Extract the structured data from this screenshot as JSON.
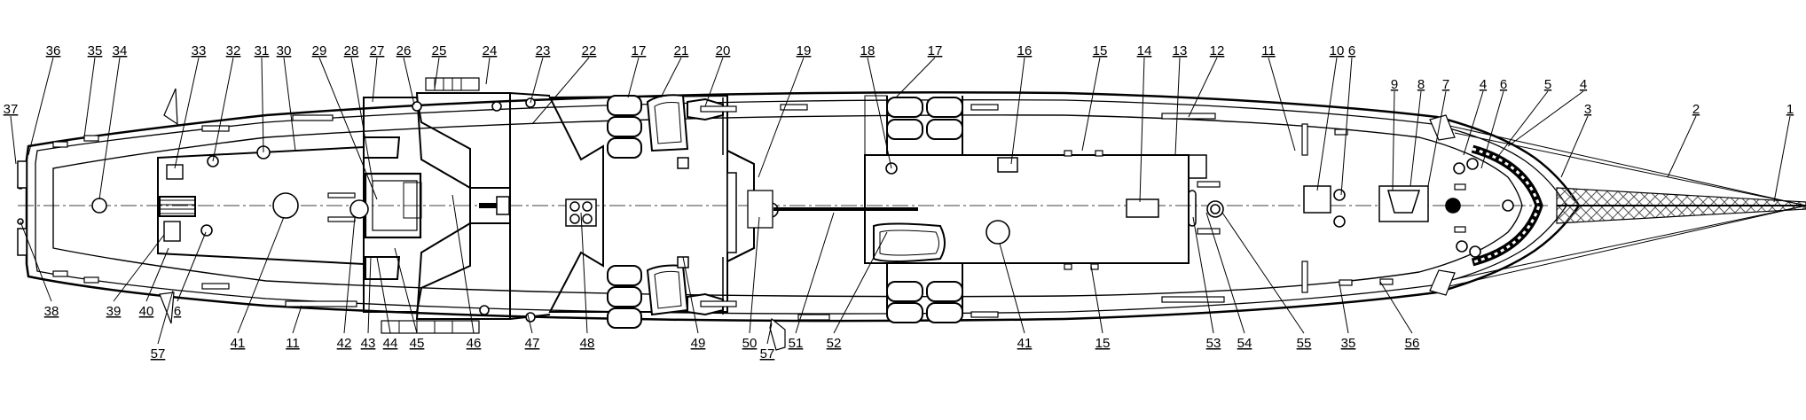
{
  "figure": {
    "colors": {
      "ink": "#000000",
      "paper": "#ffffff",
      "hatch": "#555555"
    },
    "callouts": [
      "1",
      "2",
      "3",
      "4",
      "4",
      "5",
      "6",
      "7",
      "8",
      "9",
      "10",
      "6",
      "11",
      "12",
      "13",
      "14",
      "15",
      "16",
      "17",
      "18",
      "19",
      "20",
      "21",
      "17",
      "22",
      "23",
      "24",
      "25",
      "26",
      "27",
      "28",
      "29",
      "30",
      "31",
      "32",
      "33",
      "34",
      "35",
      "36",
      "37",
      "38",
      "39",
      "40",
      "57",
      "6",
      "41",
      "11",
      "42",
      "43",
      "44",
      "45",
      "46",
      "47",
      "48",
      "49",
      "50",
      "57",
      "51",
      "52",
      "41",
      "15",
      "53",
      "54",
      "55",
      "35",
      "56"
    ]
  }
}
